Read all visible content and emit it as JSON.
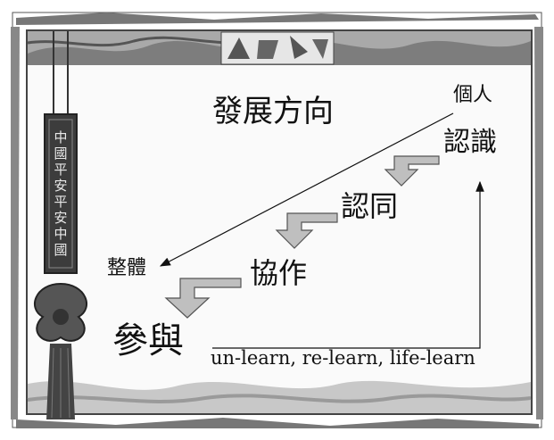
{
  "title": "發展方向",
  "individual_label": "個人",
  "whole_label": "整體",
  "steps": [
    "認識",
    "認同",
    "協作",
    "參與"
  ],
  "learn_text": "un-learn, re-learn, life-learn",
  "tassel_text": [
    "中",
    "國",
    "平",
    "安",
    "平",
    "安",
    "中",
    "國"
  ],
  "colors": {
    "ink": "#111111",
    "arrow_fill": "#bfbfbf",
    "arrow_stroke": "#555555",
    "frame": "#6e6e6e",
    "band": "#9a9a9a"
  }
}
